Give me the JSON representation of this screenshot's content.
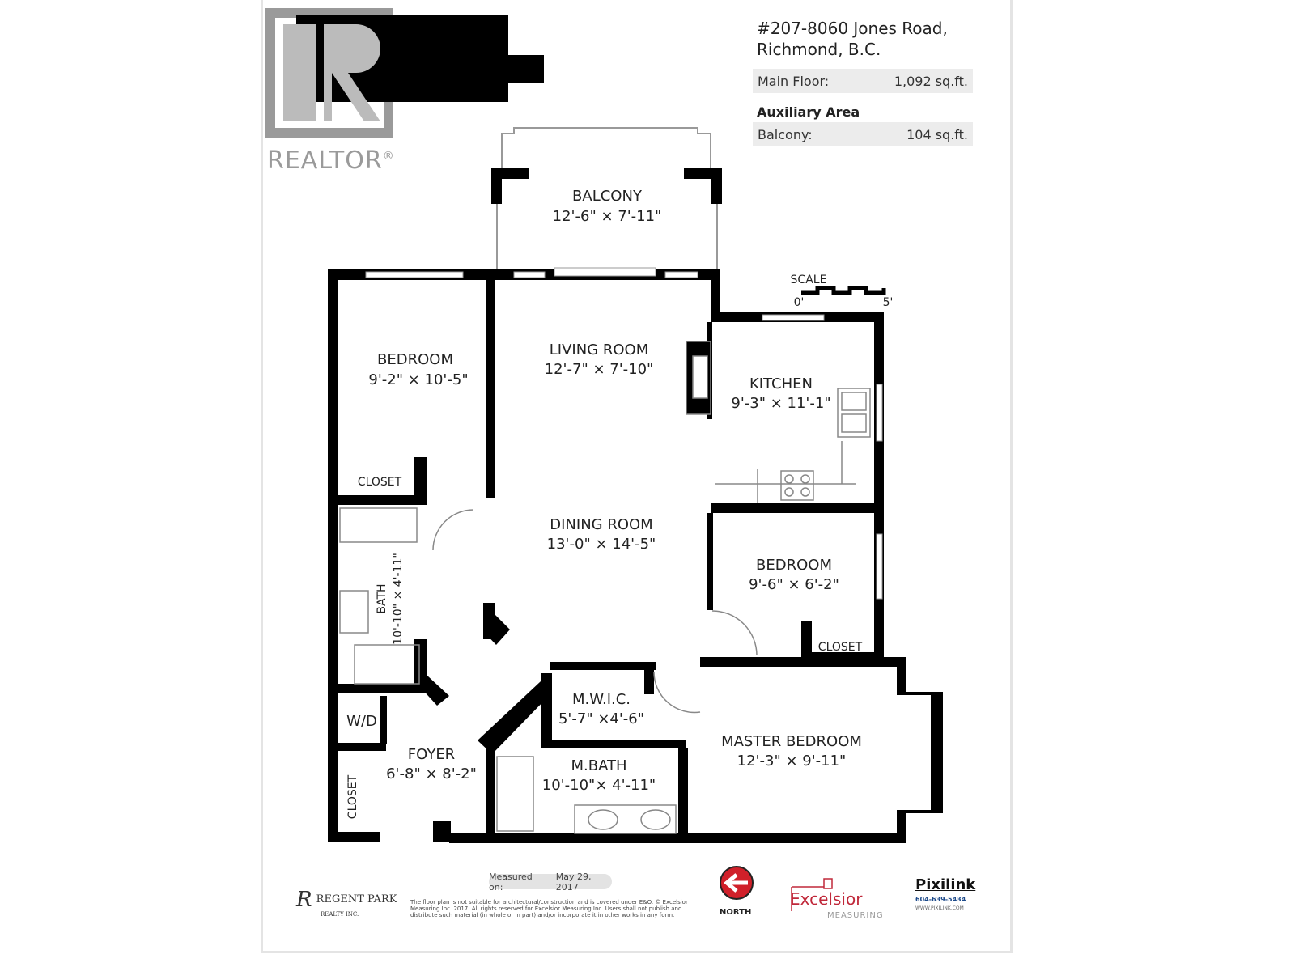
{
  "header": {
    "address_line1": "#207-8060 Jones Road,",
    "address_line2": "Richmond, B.C.",
    "main_floor_label": "Main Floor:",
    "main_floor_value": "1,092 sq.ft.",
    "auxiliary_heading": "Auxiliary Area",
    "balcony_label": "Balcony:",
    "balcony_value": "104 sq.ft."
  },
  "logo": {
    "realtor": "REALTOR",
    "registered": "®"
  },
  "scale": {
    "label": "SCALE",
    "min": "0'",
    "max": "5'"
  },
  "rooms": {
    "balcony": {
      "name": "BALCONY",
      "dims": "12'-6\" × 7'-11\""
    },
    "living": {
      "name": "LIVING ROOM",
      "dims": "12'-7\" × 7'-10\""
    },
    "bedroom1": {
      "name": "BEDROOM",
      "dims": "9'-2\" × 10'-5\""
    },
    "closet1": {
      "name": "CLOSET"
    },
    "kitchen": {
      "name": "KITCHEN",
      "dims": "9'-3\" × 11'-1\""
    },
    "dining": {
      "name": "DINING ROOM",
      "dims": "13'-0\" × 14'-5\""
    },
    "bedroom2": {
      "name": "BEDROOM",
      "dims": "9'-6\" × 6'-2\""
    },
    "closet2": {
      "name": "CLOSET"
    },
    "bath": {
      "name": "BATH",
      "dims": "10'-10\" × 4'-11\""
    },
    "wd": {
      "name": "W/D"
    },
    "mwic": {
      "name": "M.W.I.C.",
      "dims": "5'-7\" ×4'-6\""
    },
    "master": {
      "name": "MASTER BEDROOM",
      "dims": "12'-3\" × 9'-11\""
    },
    "foyer": {
      "name": "FOYER",
      "dims": "6'-8\" × 8'-2\""
    },
    "closet3": {
      "name": "CLOSET"
    },
    "mbath": {
      "name": "M.BATH",
      "dims": "10'-10\"× 4'-11\""
    }
  },
  "footer": {
    "measured_label": "Measured on:",
    "measured_date": "May 29, 2017",
    "regent_name": "REGENT PARK",
    "regent_sub": "REALTY INC.",
    "disclaimer": "The floor plan is not suitable for architectural/construction and is covered under E&O. © Excelsior Measuring Inc. 2017. All rights reserved for Excelsior Measuring Inc. Users shall not publish and distribute such material (in whole or in part) and/or incorporate it in other works in any form.",
    "north": "NORTH",
    "excelsior": "Excelsior",
    "excelsior_sub": "MEASURING",
    "pixilink": "Pixilink",
    "pixilink_phone": "604-639-5434",
    "pixilink_url": "WWW.PIXILINK.COM"
  }
}
